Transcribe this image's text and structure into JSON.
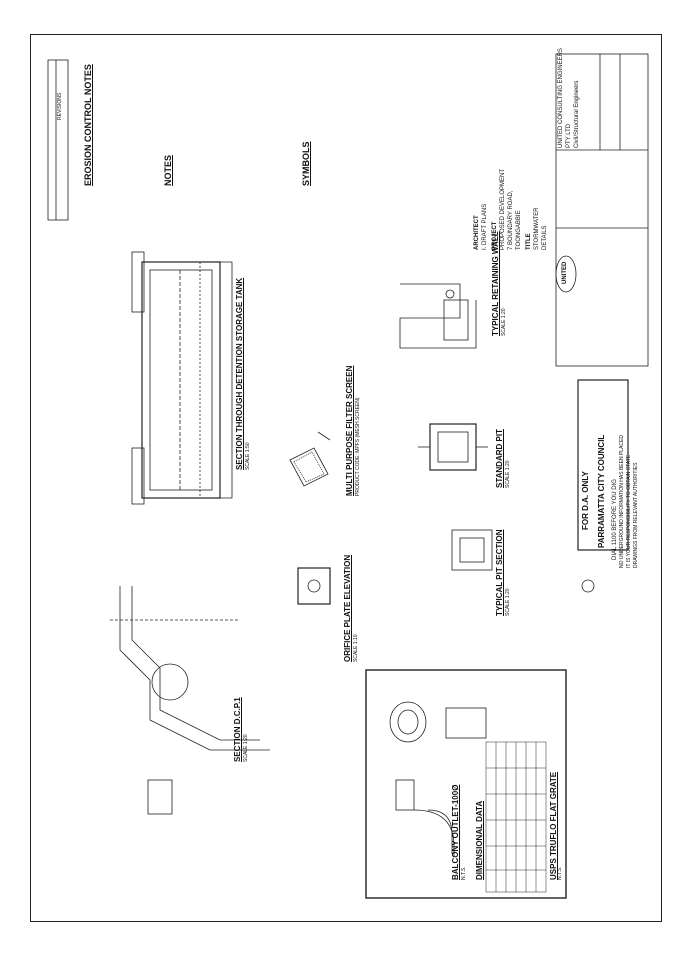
{
  "sheet": {
    "title_block": {
      "company": "UNITED CONSULTING ENGINEERS",
      "company_sub": "PTY LTD",
      "company_line3": "Civil/Structural Engineers",
      "logo_text": "UNITED",
      "architect": "ARCHITECT",
      "arch_line": "I. DRAFT PLANS",
      "project": "PROJECT",
      "project_line1": "PROPOSED DEVELOPMENT",
      "project_line2": "7 BOUNDARY ROAD,",
      "project_line3": "TOONGABBIE",
      "title_label": "TITLE",
      "title_line1": "STORMWATER",
      "title_line2": "DETAILS"
    },
    "stamp": {
      "line1": "FOR D.A. ONLY",
      "line2": "PARRAMATTA CITY COUNCIL",
      "note1": "DIAL 1100 BEFORE YOU DIG",
      "note2": "NO UNDERGROUND INFORMATION HAS BEEN PLACED",
      "note3": "IT IS YOUR RESPONSIBILITY TO OBTAIN STATE",
      "note4": "DRAWINGS FROM RELEVANT AUTHORITIES"
    },
    "notes": {
      "erosion_heading": "EROSION CONTROL NOTES",
      "notes_heading": "NOTES",
      "symbols_heading": "SYMBOLS",
      "revisions_label": "REVISIONS"
    },
    "details": {
      "tank_section": "SECTION THROUGH DETENTION STORAGE TANK",
      "tank_scale": "SCALE 1:50",
      "filter_screen": "MULTI PURPOSE FILTER SCREEN",
      "filter_scale": "PRODUCT CODE: MPFS (MESH SCREEN)",
      "retaining_wall": "TYPICAL RETAINING WALL",
      "retaining_scale": "SCALE 1:20",
      "standard_pit": "STANDARD PIT",
      "standard_pit_scale": "SCALE 1:20",
      "pit_section": "TYPICAL PIT SECTION",
      "pit_section_scale": "SCALE 1:20",
      "orifice": "ORIFICE PLATE ELEVATION",
      "orifice_scale": "SCALE 1:10",
      "dcp_section": "SECTION D.C.P.1",
      "dcp_scale": "SCALE 1:20",
      "balcony_outlet": "BALCONY OUTLET-100Ø",
      "balcony_scale": "N.T.S.",
      "dimensional_data": "DIMENSIONAL DATA",
      "grate": "USPS TRUFLO FLAT GRATE",
      "grate_scale": "N.T.S."
    }
  }
}
